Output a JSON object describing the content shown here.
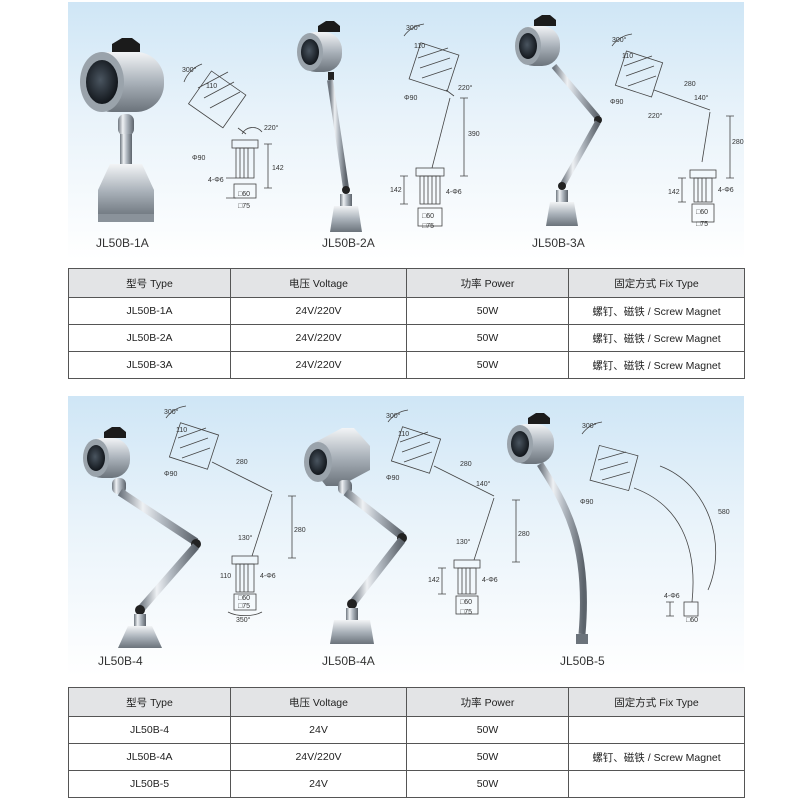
{
  "top_section": {
    "captions": [
      "JL50B-1A",
      "JL50B-2A",
      "JL50B-3A"
    ],
    "dimensions": {
      "a1": [
        "300°",
        "110",
        "220°",
        "Φ90",
        "142",
        "4-Φ6",
        "□60",
        "□75"
      ],
      "a2": [
        "300°",
        "110",
        "Φ90",
        "220°",
        "390",
        "142",
        "4-Φ6",
        "□60",
        "□75"
      ],
      "a3": [
        "300°",
        "110",
        "280",
        "140°",
        "Φ90",
        "220°",
        "280",
        "142",
        "4-Φ6",
        "□60",
        "□75"
      ]
    }
  },
  "table_1": {
    "headers": [
      "型号 Type",
      "电压 Voltage",
      "功率 Power",
      "固定方式 Fix Type"
    ],
    "rows": [
      [
        "JL50B-1A",
        "24V/220V",
        "50W",
        "螺钉、磁铁 / Screw  Magnet"
      ],
      [
        "JL50B-2A",
        "24V/220V",
        "50W",
        "螺钉、磁铁 / Screw  Magnet"
      ],
      [
        "JL50B-3A",
        "24V/220V",
        "50W",
        "螺钉、磁铁 / Screw  Magnet"
      ]
    ]
  },
  "bottom_section": {
    "captions": [
      "JL50B-4",
      "JL50B-4A",
      "JL50B-5"
    ],
    "dimensions": {
      "b4": [
        "300°",
        "110",
        "280",
        "Φ90",
        "130°",
        "280",
        "110",
        "4-Φ6",
        "□60",
        "□75",
        "350°"
      ],
      "b4a": [
        "300°",
        "110",
        "280",
        "140°",
        "Φ90",
        "130°",
        "280",
        "142",
        "4-Φ6",
        "□60",
        "□75"
      ],
      "b5": [
        "300°",
        "Φ90",
        "580",
        "4-Φ6",
        "□60"
      ]
    }
  },
  "table_2": {
    "headers": [
      "型号 Type",
      "电压 Voltage",
      "功率 Power",
      "固定方式 Fix Type"
    ],
    "rows": [
      [
        "JL50B-4",
        "24V",
        "50W",
        ""
      ],
      [
        "JL50B-4A",
        "24V/220V",
        "50W",
        "螺钉、磁铁 / Screw  Magnet"
      ],
      [
        "JL50B-5",
        "24V",
        "50W",
        ""
      ]
    ]
  }
}
